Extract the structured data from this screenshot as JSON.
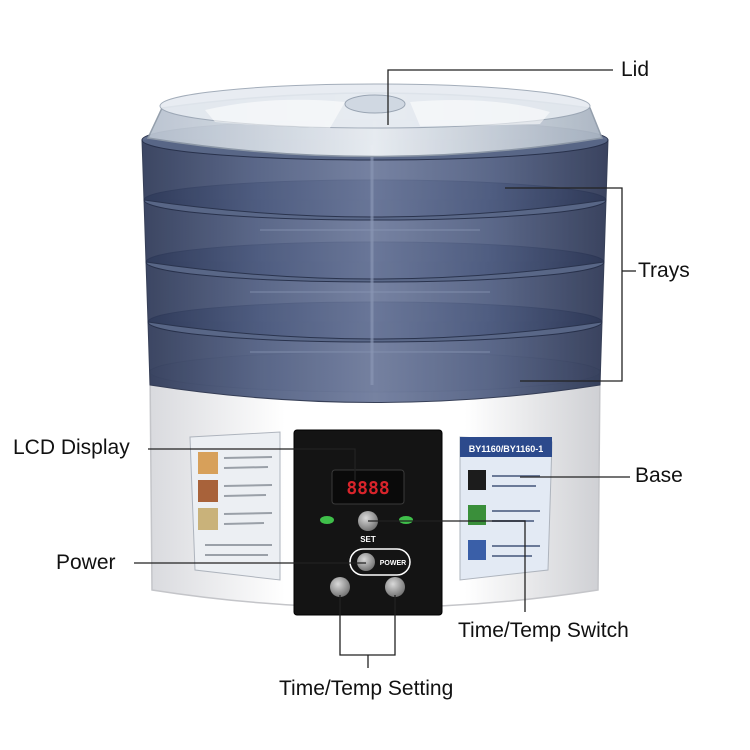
{
  "labels": {
    "lid": "Lid",
    "trays": "Trays",
    "lcd_display": "LCD Display",
    "base": "Base",
    "power": "Power",
    "time_temp_switch": "Time/Temp Switch",
    "time_temp_setting": "Time/Temp Setting"
  },
  "device": {
    "lcd_readout": "8888",
    "set_button_text": "SET",
    "power_button_text": "POWER",
    "model_sticker": "BY1160/BY1160-1"
  },
  "colors": {
    "tray_tint": "#3d4a6b",
    "lid_tint": "#c9d3de",
    "base_white": "#f7f7f8",
    "panel_black": "#141414",
    "lcd_red": "#d8242b",
    "indicator_green": "#3fbf4a",
    "button_grey": "#8a8a8a",
    "leader_line": "#222222"
  },
  "icons": [
    "power-button-icon",
    "set-button-icon",
    "up-button-icon",
    "down-button-icon"
  ]
}
